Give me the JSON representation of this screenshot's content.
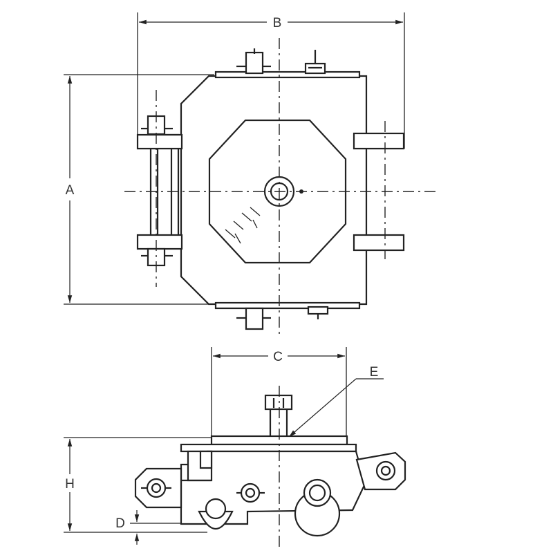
{
  "labels": {
    "a": "A",
    "b": "B",
    "c": "C",
    "d": "D",
    "e": "E",
    "h": "H"
  }
}
